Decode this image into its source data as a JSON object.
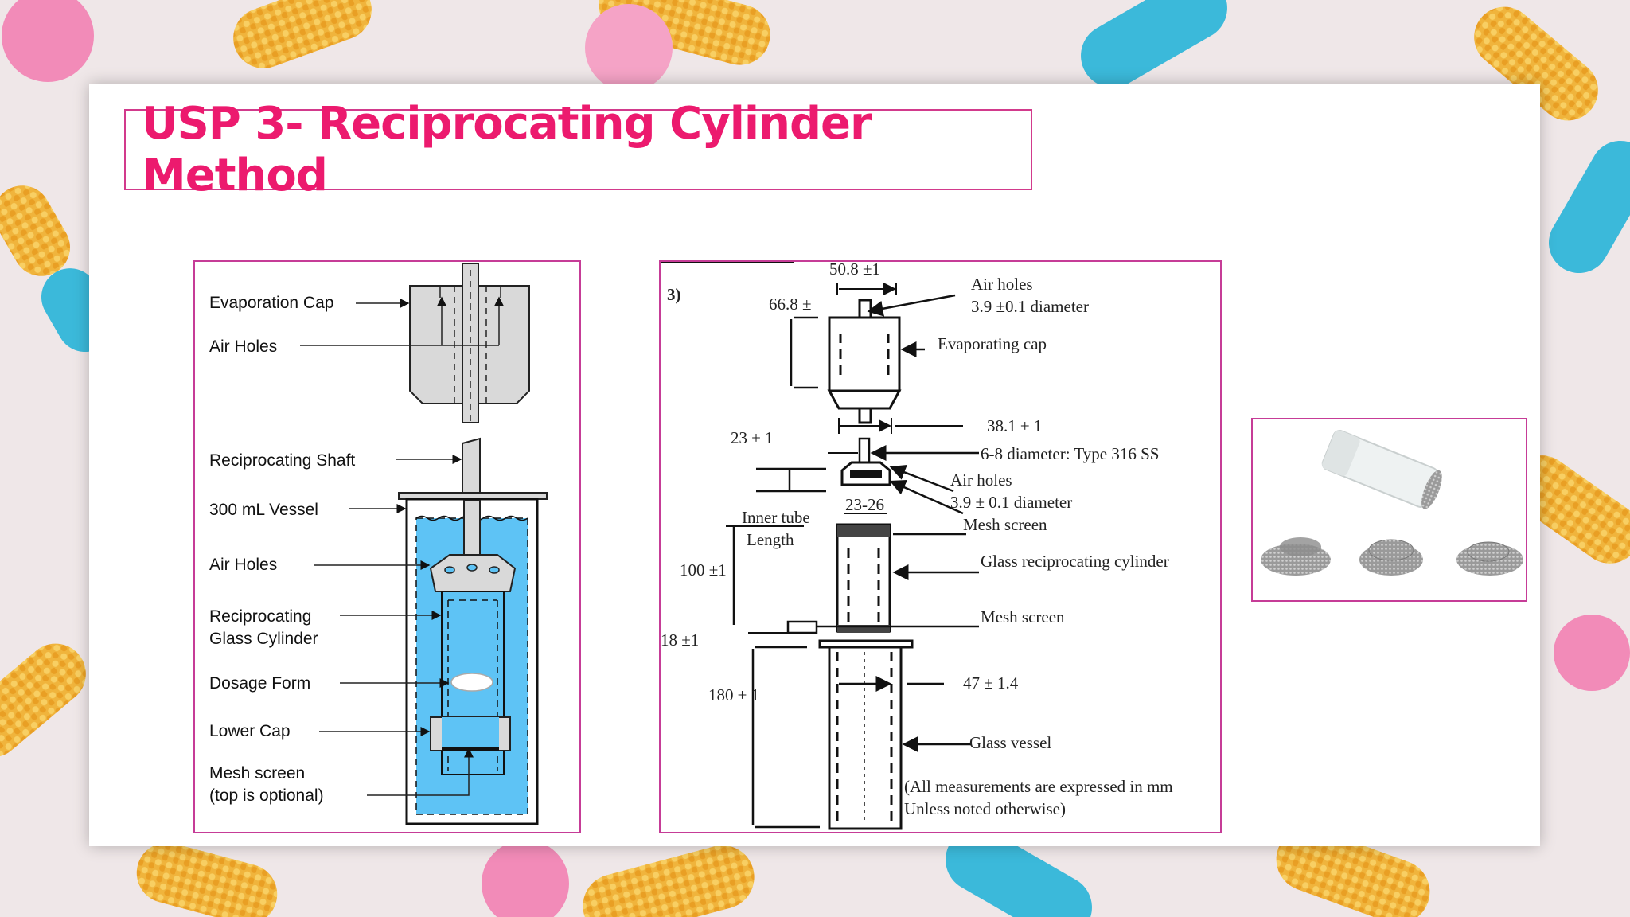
{
  "slide": {
    "title": "USP 3- Reciprocating Cylinder Method"
  },
  "diagram_left": {
    "labels": {
      "evaporation_cap": "Evaporation Cap",
      "air_holes_top": "Air Holes",
      "reciprocating_shaft": "Reciprocating Shaft",
      "vessel": "300 mL Vessel",
      "air_holes": "Air Holes",
      "cylinder_line1": "Reciprocating",
      "cylinder_line2": "Glass Cylinder",
      "dosage_form": "Dosage Form",
      "lower_cap": "Lower Cap",
      "mesh_line1": "Mesh screen",
      "mesh_line2": "(top is optional)"
    },
    "colors": {
      "medium": "#5ec3f5",
      "parts": "#d9d9d9",
      "outline": "#111111"
    }
  },
  "diagram_mid": {
    "figure_number": "3)",
    "dims": {
      "top_width": "50.8 ±1",
      "cap_height": "66.8 ±",
      "shaft_width": "38.1 ± 1",
      "gap": "23 ± 1",
      "inner_dia": "23-26",
      "cylinder_length": "100 ±1",
      "screen_gap": "18 ±1",
      "vessel_height": "180 ± 1",
      "vessel_dia": "47 ± 1.4"
    },
    "labels": {
      "air_holes_1": "Air holes",
      "air_holes_1_dia": "3.9 ±0.1 diameter",
      "evaporating_cap": "Evaporating cap",
      "steel": "6-8 diameter: Type 316 SS",
      "air_holes_2": "Air holes",
      "air_holes_2_dia": "3.9 ± 0.1 diameter",
      "mesh_screen_1": "Mesh screen",
      "inner_tube": "Inner tube",
      "length": "Length",
      "glass_cylinder": "Glass reciprocating cylinder",
      "mesh_screen_2": "Mesh screen",
      "glass_vessel": "Glass vessel",
      "note_line1": "(All measurements are expressed in mm",
      "note_line2": "Unless noted otherwise)"
    }
  },
  "photo": {
    "items": [
      "cylinder-photo",
      "mesh-disc-1",
      "mesh-disc-2",
      "mesh-disc-3"
    ]
  },
  "background": {
    "colors": {
      "capsule_fill": "#f2b43a",
      "capsule_blue": "#39b8d9",
      "pill_pink": "#f28bb8",
      "frame": "#c63c97",
      "title": "#ec1a6e"
    }
  }
}
